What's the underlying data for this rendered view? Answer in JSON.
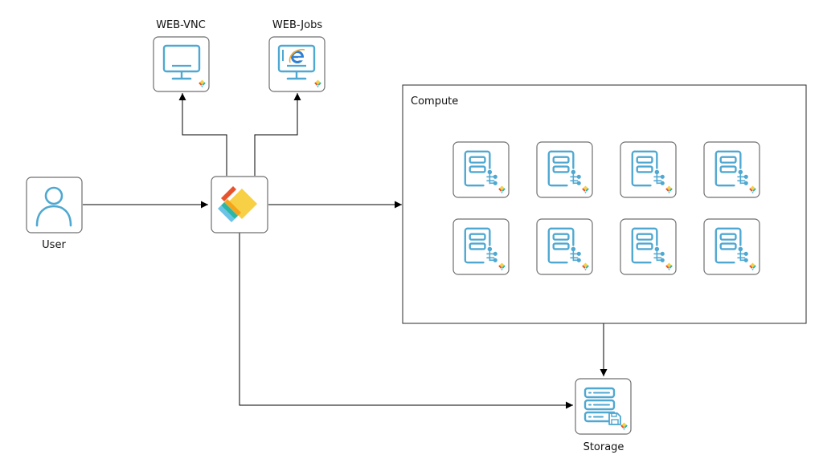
{
  "colors": {
    "icon_blue": "#4fa8d1",
    "node_border": "#6f6f6f",
    "edge": "#000000",
    "logo": [
      "#f6a51a",
      "#f4e27a",
      "#2bb7a7",
      "#e9532c",
      "#6cc3e8",
      "#f7d046"
    ]
  },
  "nodes": {
    "user": {
      "label": "User",
      "icon": "user-icon"
    },
    "hub": {
      "label": "",
      "icon": "platform-logo-icon"
    },
    "web_vnc": {
      "label": "WEB-VNC",
      "icon": "monitor-icon"
    },
    "web_jobs": {
      "label": "WEB-Jobs",
      "icon": "browser-monitor-icon"
    },
    "compute": {
      "label": "Compute",
      "icon": "compute-server-icon",
      "server_count": 8
    },
    "storage": {
      "label": "Storage",
      "icon": "storage-server-icon"
    }
  },
  "edges": [
    {
      "from": "user",
      "to": "hub"
    },
    {
      "from": "hub",
      "to": "web_vnc"
    },
    {
      "from": "hub",
      "to": "web_jobs"
    },
    {
      "from": "hub",
      "to": "compute"
    },
    {
      "from": "hub",
      "to": "storage"
    },
    {
      "from": "compute",
      "to": "storage"
    }
  ]
}
